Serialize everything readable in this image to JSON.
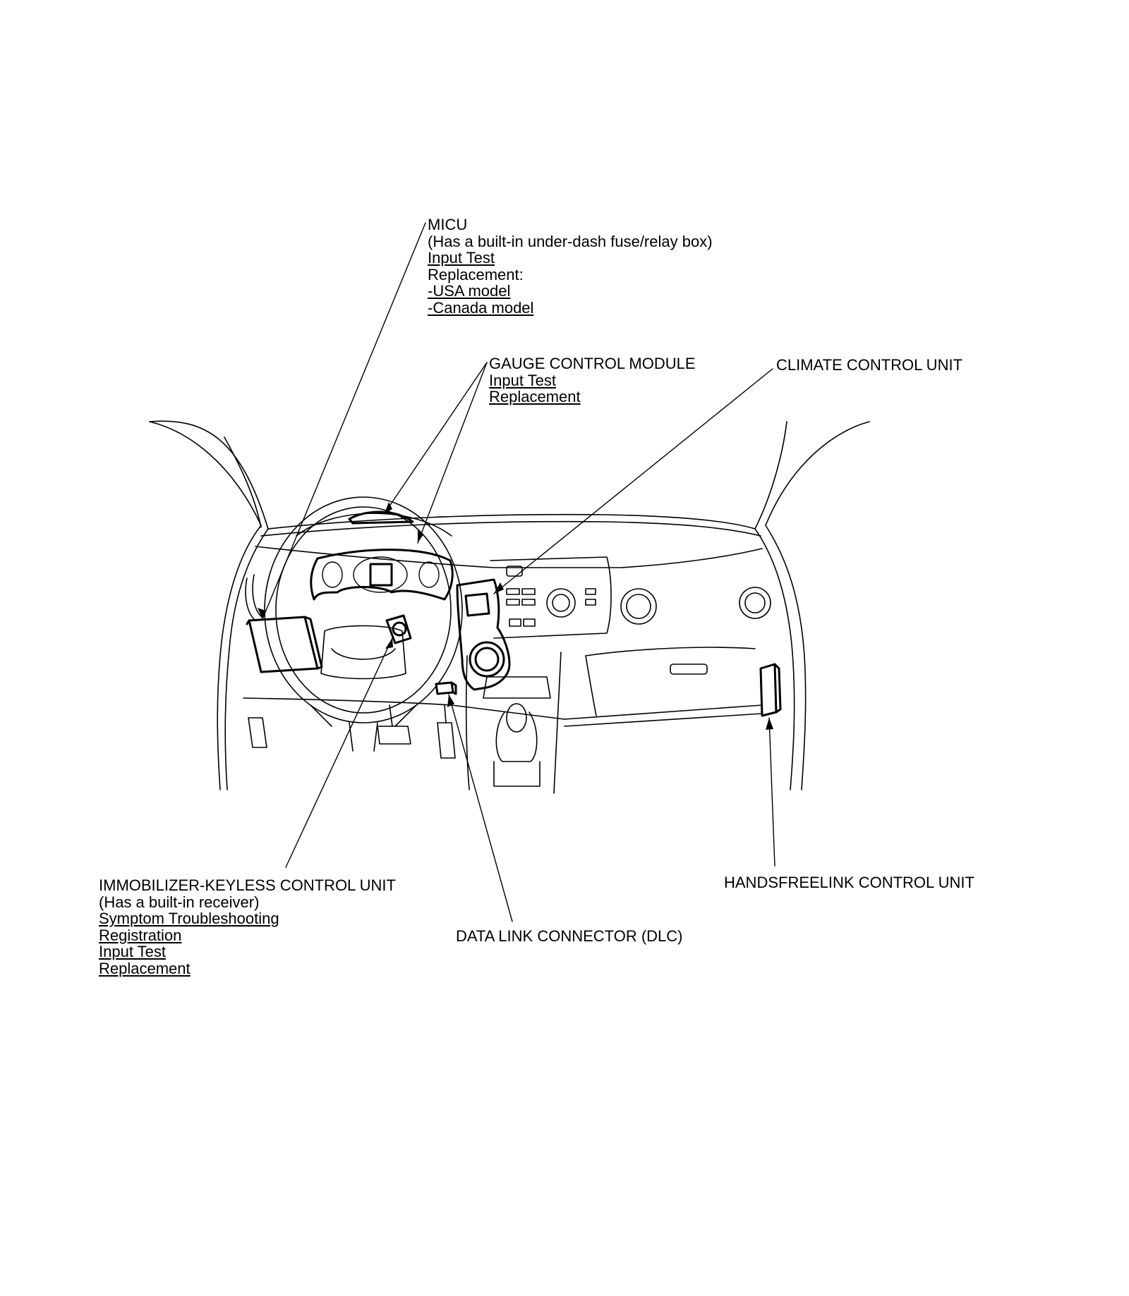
{
  "callouts": {
    "micu": {
      "title": "MICU",
      "note": "(Has a built-in under-dash fuse/relay box)",
      "link_input_test": "Input Test",
      "replacement_label": "Replacement:",
      "link_usa": "-USA model",
      "link_canada": "-Canada model"
    },
    "gauge": {
      "title": "GAUGE CONTROL MODULE",
      "link_input_test": "Input Test",
      "link_replacement": "Replacement"
    },
    "climate": {
      "title": "CLIMATE CONTROL UNIT"
    },
    "immobilizer": {
      "title": "IMMOBILIZER-KEYLESS CONTROL UNIT",
      "note": "(Has a built-in receiver)",
      "link_symptom": "Symptom Troubleshooting",
      "link_registration": "Registration",
      "link_input_test": "Input Test",
      "link_replacement": "Replacement"
    },
    "dlc": {
      "title": "DATA LINK CONNECTOR (DLC)"
    },
    "handsfree": {
      "title": "HANDSFREELINK CONTROL UNIT"
    }
  }
}
